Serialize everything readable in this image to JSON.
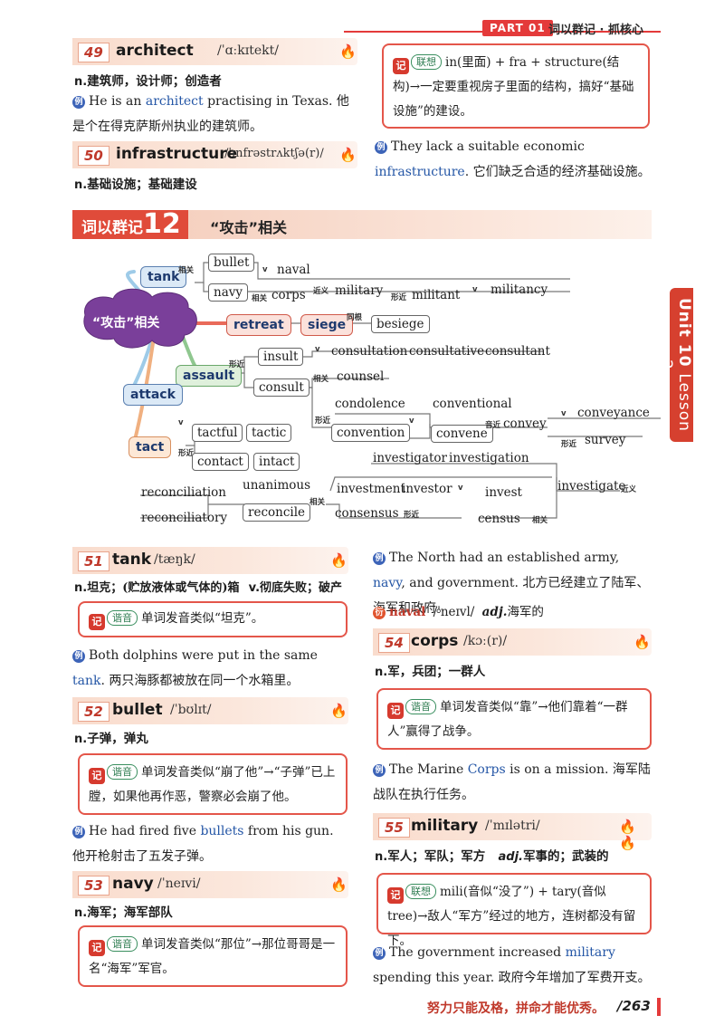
{
  "header": {
    "part_tag": "PART 01",
    "title": "词以群记 · 抓核心"
  },
  "side_tab": {
    "unit": "Unit 10",
    "lesson": "Lesson 2"
  },
  "entries": {
    "architect": {
      "num": "49",
      "word": "architect",
      "ipa": "/ˈɑːkɪtekt/",
      "pos": "n.",
      "meaning": "建筑师，设计师；创造者",
      "example_pre": "He is an ",
      "example_kw": "architect",
      "example_post": " practising in Texas. 他是个在得克萨斯州执业的建筑师。"
    },
    "infrastructure": {
      "num": "50",
      "word": "infrastructure",
      "ipa": "/ˈɪnfrəstrʌktʃə(r)/",
      "pos": "n.",
      "meaning": "基础设施；基础建设",
      "memo_tag": "联想",
      "memo_text": "in(里面) + fra + structure(结构)→一定要重视房子里面的结构，搞好“基础设施”的建设。",
      "example_pre": "They lack a suitable economic ",
      "example_kw": "infrastructure",
      "example_post": ". 它们缺乏合适的经济基础设施。"
    },
    "tank": {
      "num": "51",
      "word": "tank",
      "ipa": "/tæŋk/",
      "pos": "n.",
      "meaning": "坦克；(贮放液体或气体的)箱",
      "pos2": "v.",
      "meaning2": "彻底失败；破产",
      "memo_tag": "谐音",
      "memo_text": "单词发音类似“坦克”。",
      "example_pre": "Both dolphins were put in the same ",
      "example_kw": "tank",
      "example_post": ". 两只海豚都被放在同一个水箱里。"
    },
    "bullet": {
      "num": "52",
      "word": "bullet",
      "ipa": "/ˈbʊlɪt/",
      "pos": "n.",
      "meaning": "子弹，弹丸",
      "memo_tag": "谐音",
      "memo_text": "单词发音类似“崩了他”→“子弹”已上膛，如果他再作恶，警察必会崩了他。",
      "example_pre": "He had fired five ",
      "example_kw": "bullets",
      "example_post": " from his gun. 他开枪射击了五发子弹。"
    },
    "navy": {
      "num": "53",
      "word": "navy",
      "ipa": "/ˈneɪvi/",
      "pos": "n.",
      "meaning": "海军；海军部队",
      "memo_tag": "谐音",
      "memo_text": "单词发音类似“那位”→那位哥哥是一名“海军”军官。",
      "example_pre": "The North had an established army, ",
      "example_kw": "navy",
      "example_post": ", and government. 北方已经建立了陆军、海军和政府。",
      "deriv_word": "naval",
      "deriv_ipa": "/ˈneɪvl/",
      "deriv_pos": "adj.",
      "deriv_meaning": "海军的"
    },
    "corps": {
      "num": "54",
      "word": "corps",
      "ipa": "/kɔː(r)/",
      "pos": "n.",
      "meaning": "军，兵团；一群人",
      "memo_tag": "谐音",
      "memo_text": "单词发音类似“靠”→他们靠着“一群人”赢得了战争。",
      "example_pre": "The Marine ",
      "example_kw": "Corps",
      "example_post": " is on a mission. 海军陆战队在执行任务。"
    },
    "military": {
      "num": "55",
      "word": "military",
      "ipa": "/ˈmɪlətri/",
      "pos": "n.",
      "meaning": "军人；军队；军方",
      "pos2": "adj.",
      "meaning2": "军事的；武装的",
      "memo_tag": "联想",
      "memo_text": "mili(音似“没了”) + tary(音似 tree)→敌人“军方”经过的地方，连树都没有留下。",
      "example_pre": "The government increased ",
      "example_kw": "military",
      "example_post": " spending this year. 政府今年增加了军费开支。"
    }
  },
  "group": {
    "tag_prefix": "词以群记",
    "tag_num": "12",
    "title": "“攻击”相关"
  },
  "mindmap": {
    "hub": "“攻击”相关",
    "words": [
      "tank",
      "bullet",
      "navy",
      "naval",
      "corps",
      "military",
      "militant",
      "militancy",
      "retreat",
      "siege",
      "besiege",
      "assault",
      "insult",
      "consult",
      "consultation",
      "consultative",
      "consultant",
      "counsel",
      "attack",
      "condolence",
      "convention",
      "conventional",
      "convene",
      "convey",
      "conveyance",
      "survey",
      "tact",
      "tactful",
      "tactic",
      "contact",
      "intact",
      "investigator",
      "investigation",
      "investigate",
      "unanimous",
      "reconciliation",
      "reconcile",
      "reconciliatory",
      "investment",
      "investor",
      "invest",
      "consensus",
      "census"
    ],
    "relations": {
      "related": "相关",
      "synonym": "近义",
      "form_near": "形近",
      "same_root": "同根",
      "homophone_near": "音近",
      "deriv": "ⅴ"
    }
  },
  "footer": {
    "slogan": "努力只能及格，拼命才能优秀。",
    "page": "/263"
  },
  "colors": {
    "accent": "#e43a3a",
    "keyword_blue": "#2456a6"
  }
}
